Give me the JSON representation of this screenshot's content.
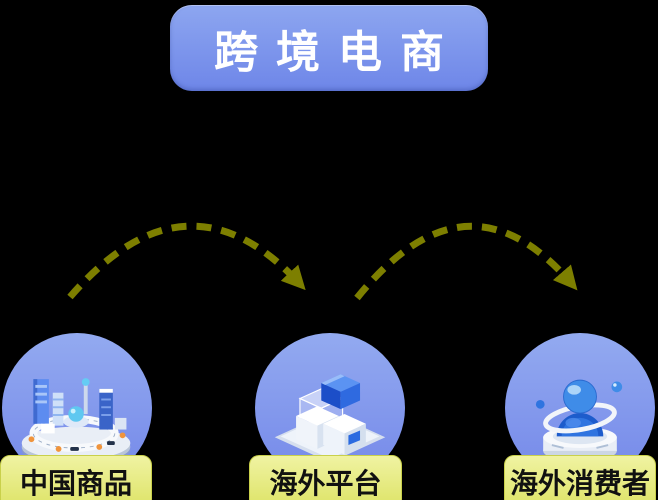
{
  "page": {
    "background": "#000000"
  },
  "colors": {
    "page-bg": "#000000",
    "banner-top": "#8da6f0",
    "banner-bottom": "#6e86e8",
    "circle-top": "#93aaf0",
    "circle-bottom": "#7488e9",
    "label-top": "#f0f3a2",
    "label-bottom": "#dde366",
    "label-border": "#c9d04b",
    "label-text": "#111111",
    "title-text": "#ffffff",
    "arrow": "#7d7f00"
  },
  "title": {
    "label": "跨境电商"
  },
  "nodes": [
    {
      "label": "中国商品",
      "icon": "city-3d-icon"
    },
    {
      "label": "海外平台",
      "icon": "platform-cubes-3d-icon"
    },
    {
      "label": "海外消费者",
      "icon": "consumer-3d-icon"
    }
  ],
  "arrows": [
    {
      "from": "中国商品",
      "to": "海外平台",
      "style": "dashed-arc"
    },
    {
      "from": "海外平台",
      "to": "海外消费者",
      "style": "dashed-arc"
    }
  ]
}
